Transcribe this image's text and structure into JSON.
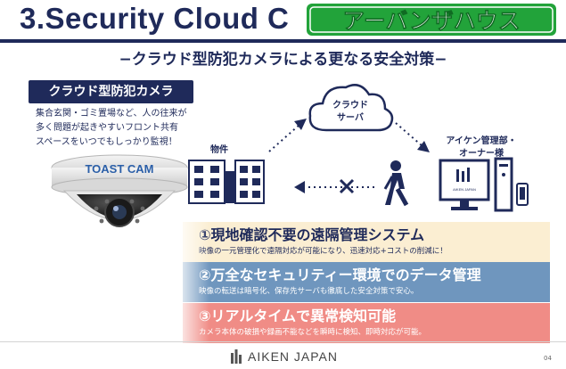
{
  "header": {
    "title": "3.Security Cloud C",
    "brand_logo_text": "アーバンザハウス"
  },
  "subtitle": "−クラウド型防犯カメラによる更なる安全対策−",
  "camera_panel": {
    "label": "クラウド型防犯カメラ",
    "description_lines": [
      "集合玄関・ゴミ置場など、人の往来が",
      "多く問題が起きやすいフロント共有",
      "スペースをいつでもしっかり監視！"
    ],
    "camera_brand": "TOAST CAM"
  },
  "diagram": {
    "cloud_label_lines": [
      "クラウド",
      "サーバ"
    ],
    "property_label": "物件",
    "manager_label_lines": [
      "アイケン管理部・",
      "オーナー様"
    ],
    "monitor_brand": "AIKEN JAPAN"
  },
  "features": [
    {
      "heading": "①現地確認不要の遠隔管理システム",
      "body": "映像の一元管理化で遠隔対応が可能になり、迅速対応+コストの削減に！"
    },
    {
      "heading": "②万全なセキュリティー環境でのデータ管理",
      "body": "映像の転送は暗号化、保存先サーバも徹底した安全対策で安心。"
    },
    {
      "heading": "③リアルタイムで異常検知可能",
      "body": "カメラ本体の破損や録画不能などを瞬時に検知、即時対応が可能。"
    }
  ],
  "footer": {
    "logo_text": "AIKEN JAPAN",
    "page_number": "04"
  },
  "colors": {
    "navy": "#1f2a5a",
    "logo_green": "#22a33a",
    "feature1_bg": "#fbeed2",
    "feature2_bg": "#6f96be",
    "feature3_bg": "#f08c86"
  }
}
